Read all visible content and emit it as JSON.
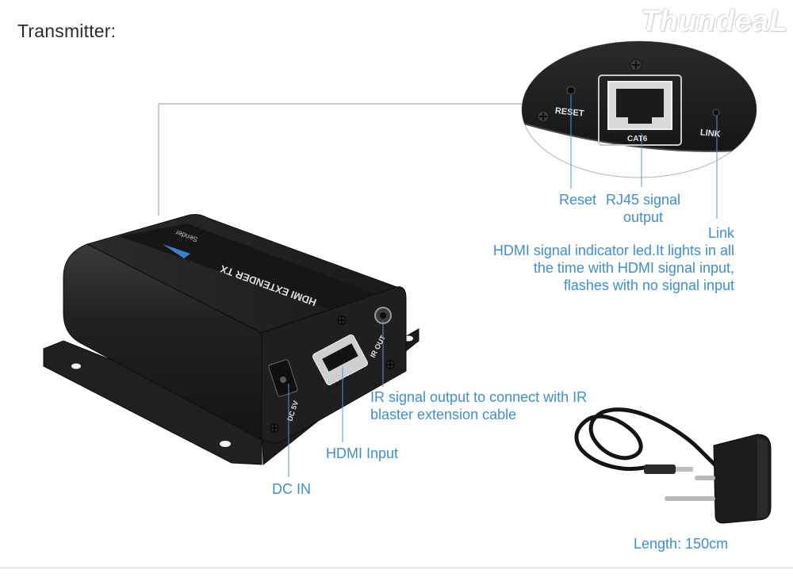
{
  "heading": "Transmitter:",
  "brand_logo_text": "ThundeaL",
  "colors": {
    "label_blue": "#3f8fd0",
    "device_black": "#1d1d1d",
    "callout_line": "#9a9a9a"
  },
  "device": {
    "top_label": "HDMI EXTENDER TX",
    "top_label_sub": "Sender",
    "port_hdmi": "HDMI IN",
    "port_ir": "IR OUT",
    "port_dc": "DC 5V"
  },
  "zoom_panel": {
    "reset_text": "RESET",
    "cat6_text": "CAT6",
    "link_text": "LINK"
  },
  "callouts": {
    "reset": "Reset",
    "rj45_line1": "RJ45 signal",
    "rj45_line2": "output",
    "link": "Link",
    "hdmi_led_line1": "HDMI signal indicator led.It lights in all",
    "hdmi_led_line2": "the time with HDMI signal input,",
    "hdmi_led_line3": "flashes with no signal input",
    "ir_line1": "IR signal output to connect with IR",
    "ir_line2": "blaster extension cable",
    "hdmi_input": "HDMI Input",
    "dc_in": "DC IN",
    "cable_length": "Length: 150cm"
  }
}
